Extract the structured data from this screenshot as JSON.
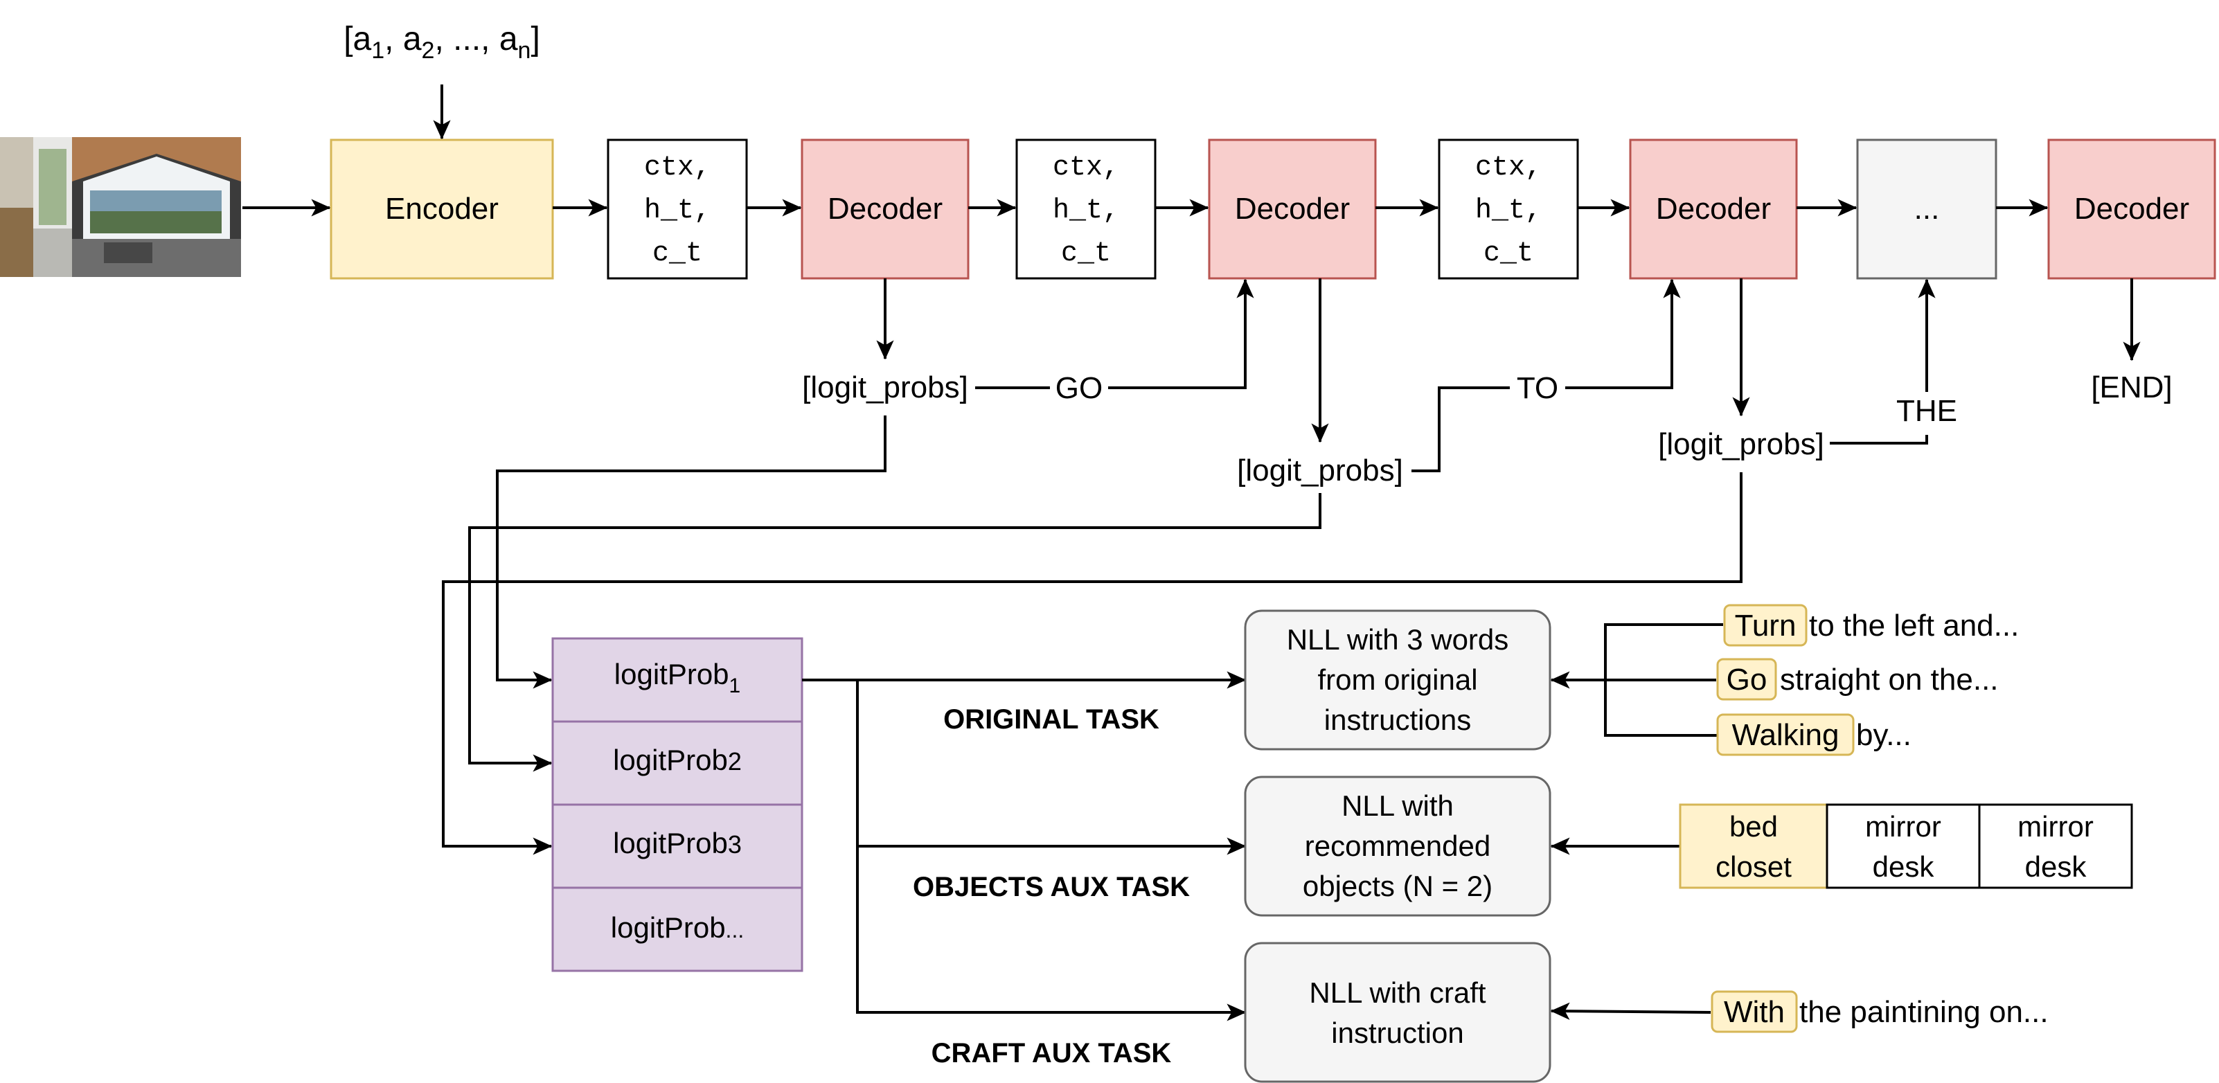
{
  "input": {
    "actions_label": "[a1, a2, ..., an]",
    "actions_parts": {
      "open": "[a",
      "s1": "1",
      "sep1": ", a",
      "s2": "2",
      "sep2": ", ..., a",
      "sn": "n",
      "close": "]"
    }
  },
  "encoder": {
    "label": "Encoder"
  },
  "state": {
    "line1": "ctx,",
    "line2": "h_t,",
    "line3": "c_t"
  },
  "decoder": {
    "label": "Decoder"
  },
  "ellipsis": "...",
  "end_token": "[END]",
  "logit_probs": "[logit_probs]",
  "tokens": [
    "GO",
    "TO",
    "THE"
  ],
  "stack": {
    "base": "logitProb",
    "subs": [
      "1",
      "2",
      "3",
      "..."
    ]
  },
  "tasks": [
    {
      "label": "ORIGINAL TASK",
      "box": [
        "NLL with 3 words",
        "from original",
        "instructions"
      ]
    },
    {
      "label": "OBJECTS AUX TASK",
      "box": [
        "NLL with",
        "recommended",
        "objects (N = 2)"
      ]
    },
    {
      "label": "CRAFT AUX TASK",
      "box": [
        "NLL with craft",
        "instruction"
      ]
    }
  ],
  "instructions": [
    {
      "word": "Turn",
      "rest": "to the left and..."
    },
    {
      "word": "Go",
      "rest": "straight on the..."
    },
    {
      "word": "Walking",
      "rest": "by..."
    }
  ],
  "objects": [
    [
      "bed",
      "closet"
    ],
    [
      "mirror",
      "desk"
    ],
    [
      "mirror",
      "desk"
    ]
  ],
  "craft": {
    "word": "With",
    "rest": "the paintining on..."
  },
  "colors": {
    "encoder_fill": "#fff2cc",
    "encoder_stroke": "#d6b656",
    "decoder_fill": "#f8cecc",
    "decoder_stroke": "#b85450",
    "ellipsis_fill": "#f5f5f5",
    "ellipsis_stroke": "#666666",
    "stack_fill": "#e1d5e7",
    "stack_stroke": "#9673a6",
    "task_fill": "#f5f5f5",
    "task_stroke": "#666666",
    "highlight_fill": "#fff2cc",
    "highlight_stroke": "#d6b656"
  }
}
